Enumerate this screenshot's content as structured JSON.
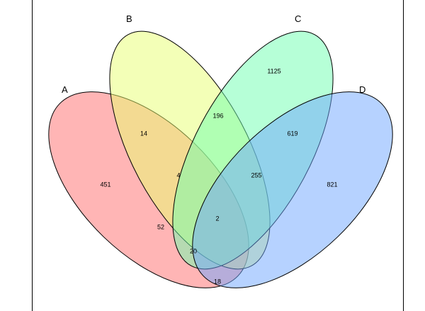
{
  "venn": {
    "sets": [
      {
        "label": "A",
        "color": "#ff6b6b"
      },
      {
        "label": "B",
        "color": "#e8ff70"
      },
      {
        "label": "C",
        "color": "#6dffb0"
      },
      {
        "label": "D",
        "color": "#6ea6ff"
      }
    ],
    "regions": {
      "a_only": "451",
      "b_only": "",
      "c_only": "1125",
      "d_only": "821",
      "ab": "14",
      "bc": "196",
      "cd": "619",
      "abc": "4",
      "bcd": "255",
      "abcd": "2",
      "abd": "52",
      "acd": "20",
      "ad": "18"
    }
  }
}
